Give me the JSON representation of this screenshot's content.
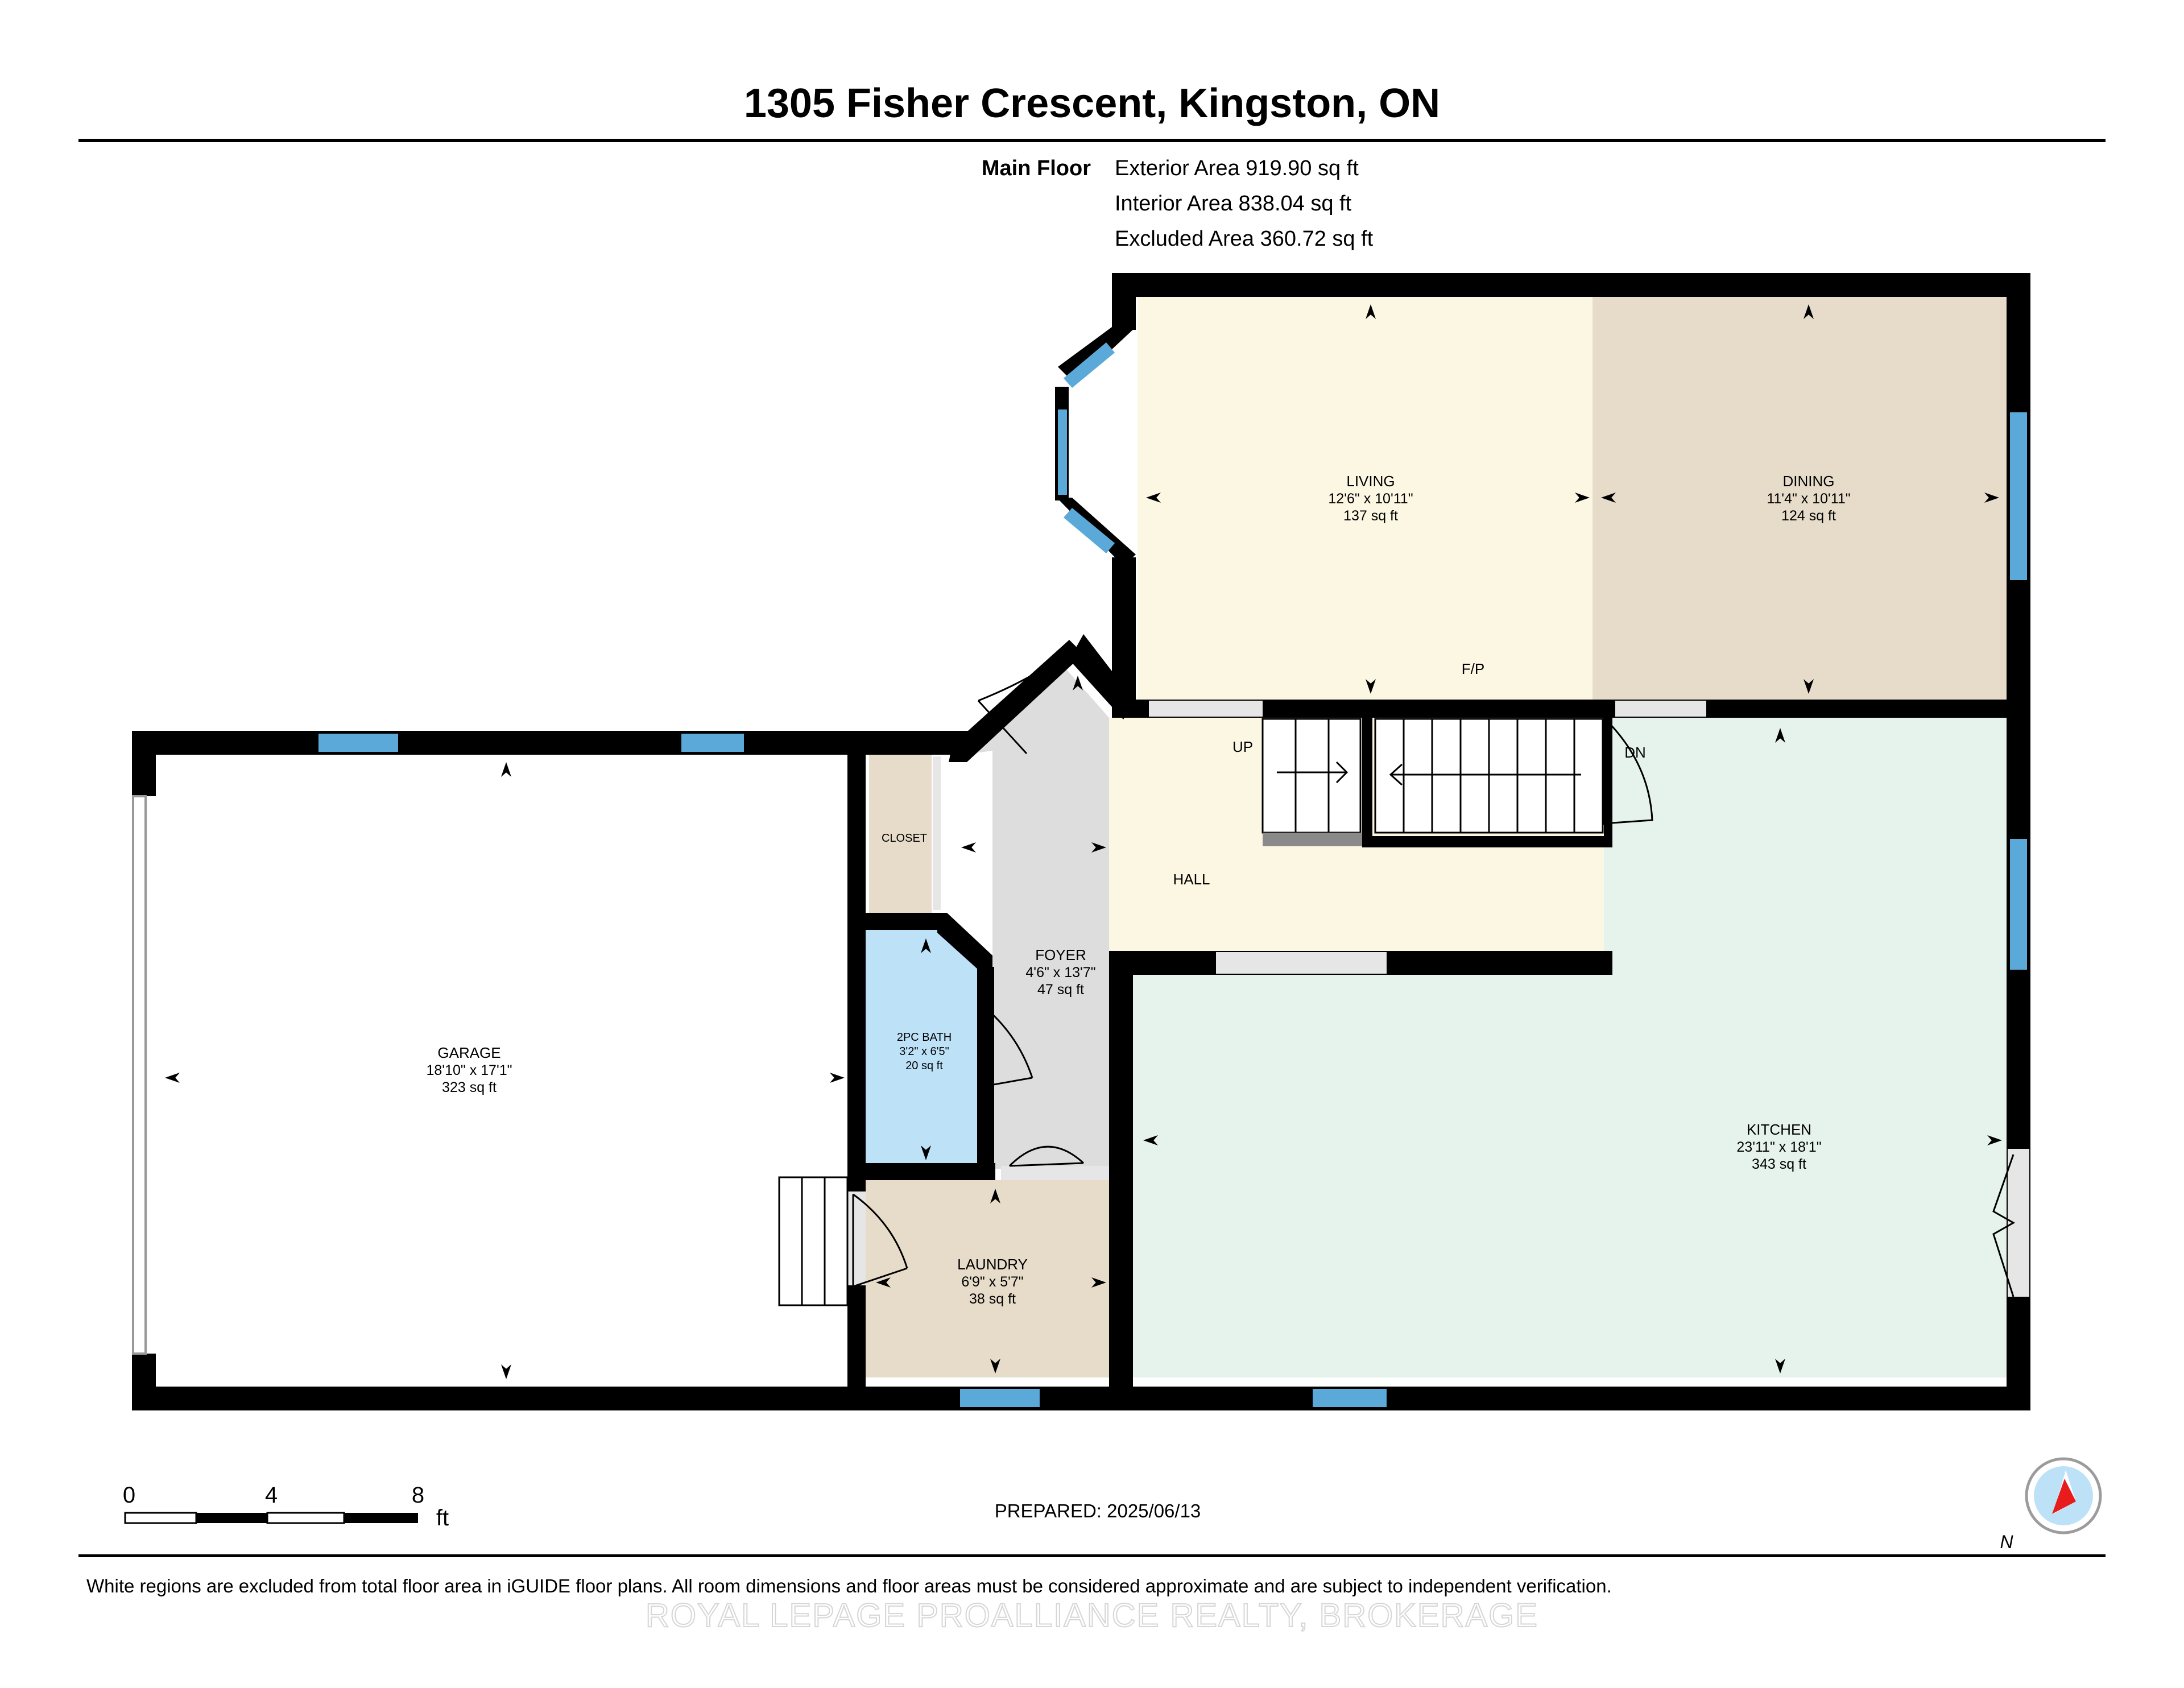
{
  "title": "1305 Fisher Crescent, Kingston, ON",
  "floor": {
    "label": "Main Floor",
    "exterior_area": "Exterior Area 919.90 sq ft",
    "interior_area": "Interior Area 838.04 sq ft",
    "excluded_area": "Excluded Area 360.72 sq ft"
  },
  "rooms": {
    "living": {
      "name": "LIVING",
      "dims": "12'6\" x 10'11\"",
      "area": "137 sq ft"
    },
    "dining": {
      "name": "DINING",
      "dims": "11'4\" x 10'11\"",
      "area": "124 sq ft"
    },
    "garage": {
      "name": "GARAGE",
      "dims": "18'10\" x 17'1\"",
      "area": "323 sq ft"
    },
    "closet": {
      "name": "CLOSET"
    },
    "foyer": {
      "name": "FOYER",
      "dims": "4'6\" x 13'7\"",
      "area": "47 sq ft"
    },
    "bath": {
      "name": "2PC BATH",
      "dims": "3'2\" x 6'5\"",
      "area": "20 sq ft"
    },
    "laundry": {
      "name": "LAUNDRY",
      "dims": "6'9\" x 5'7\"",
      "area": "38 sq ft"
    },
    "hall": {
      "name": "HALL"
    },
    "kitchen": {
      "name": "KITCHEN",
      "dims": "23'11\" x 18'1\"",
      "area": "343 sq ft"
    }
  },
  "labels": {
    "fireplace": "F/P",
    "up": "UP",
    "down": "DN"
  },
  "scale": {
    "ticks": [
      "0",
      "4",
      "8"
    ],
    "unit": "ft"
  },
  "prepared": "PREPARED: 2025/06/13",
  "compass_label": "N",
  "disclaimer": "White regions are excluded from total floor area in iGUIDE floor plans. All room dimensions and floor areas must be considered approximate and are subject to independent verification.",
  "watermark": "ROYAL LEPAGE PROALLIANCE REALTY, BROKERAGE",
  "colors": {
    "living": "#fcf7e3",
    "dining": "#e7dcc9",
    "kitchen": "#e6f3ec",
    "hall": "#fcf7e3",
    "foyer": "#dddddd",
    "closet": "#e7dcc9",
    "bath": "#bde2f7",
    "laundry": "#e7dcc9",
    "window": "#5aa9d8"
  }
}
